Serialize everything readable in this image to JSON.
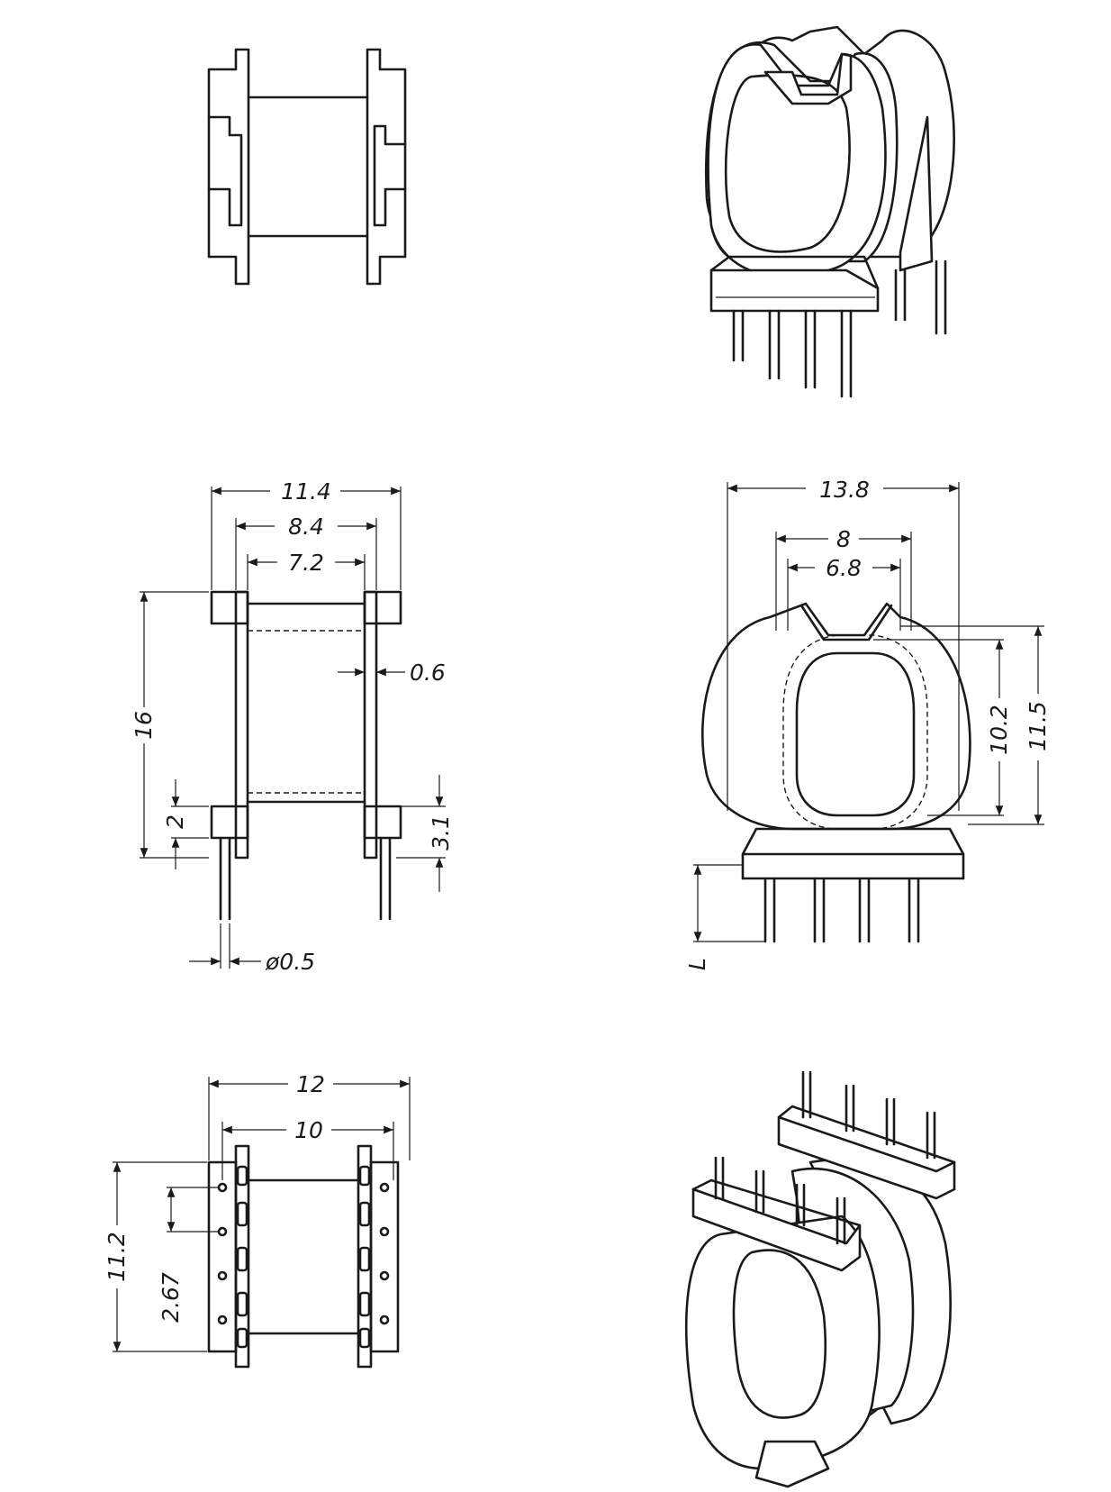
{
  "views": {
    "side": {
      "width_overall": "11.4",
      "width_flange": "8.4",
      "width_core": "7.2",
      "flange_thickness": "0.6",
      "height": "16",
      "base_height": "2",
      "pin_offset": "3.1",
      "pin_diameter": "ø0.5"
    },
    "front": {
      "width_overall": "13.8",
      "width_window": "8",
      "width_core": "6.8",
      "height_inner": "10.2",
      "height_outer": "11.5",
      "pin_length": "L"
    },
    "bottom": {
      "width_overall": "12",
      "width_pins": "10",
      "height": "11.2",
      "pin_pitch": "2.67"
    }
  }
}
